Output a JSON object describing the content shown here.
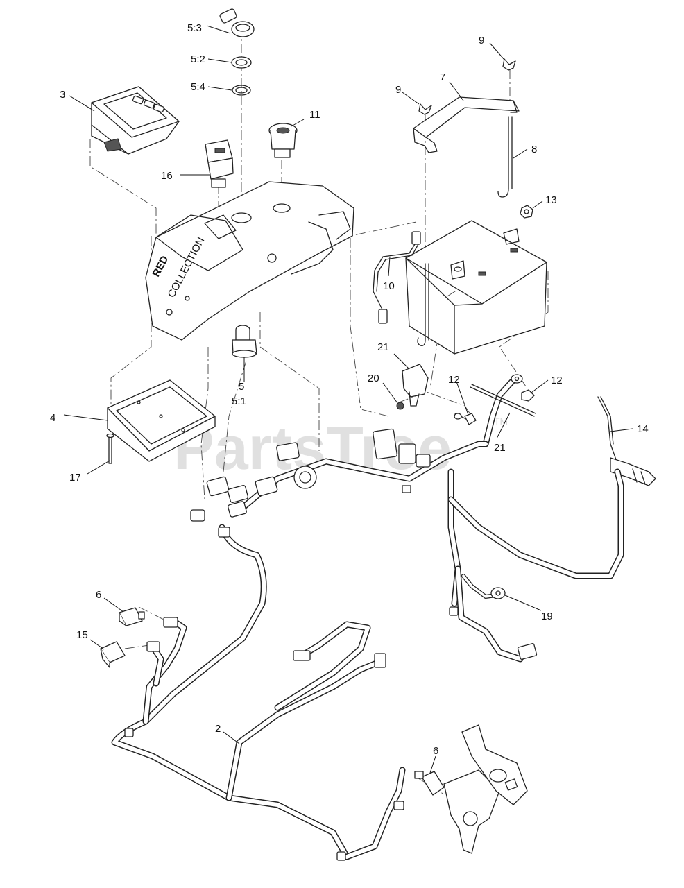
{
  "watermark": {
    "text": "PartsTree",
    "trademark": "TM"
  },
  "callouts": [
    {
      "id": "c-5-3",
      "label": "5:3"
    },
    {
      "id": "c-5-2",
      "label": "5:2"
    },
    {
      "id": "c-5-4",
      "label": "5:4"
    },
    {
      "id": "c-3",
      "label": "3"
    },
    {
      "id": "c-16",
      "label": "16"
    },
    {
      "id": "c-11",
      "label": "11"
    },
    {
      "id": "c-9a",
      "label": "9"
    },
    {
      "id": "c-9b",
      "label": "9"
    },
    {
      "id": "c-7",
      "label": "7"
    },
    {
      "id": "c-8",
      "label": "8"
    },
    {
      "id": "c-13",
      "label": "13"
    },
    {
      "id": "c-10",
      "label": "10"
    },
    {
      "id": "c-21a",
      "label": "21"
    },
    {
      "id": "c-20",
      "label": "20"
    },
    {
      "id": "c-12a",
      "label": "12"
    },
    {
      "id": "c-12b",
      "label": "12"
    },
    {
      "id": "c-5",
      "label": "5"
    },
    {
      "id": "c-5-1",
      "label": "5:1"
    },
    {
      "id": "c-4",
      "label": "4"
    },
    {
      "id": "c-17",
      "label": "17"
    },
    {
      "id": "c-14",
      "label": "14"
    },
    {
      "id": "c-21b",
      "label": "21"
    },
    {
      "id": "c-19",
      "label": "19"
    },
    {
      "id": "c-6a",
      "label": "6"
    },
    {
      "id": "c-15",
      "label": "15"
    },
    {
      "id": "c-2",
      "label": "2"
    },
    {
      "id": "c-6b",
      "label": "6"
    }
  ],
  "console_logo": {
    "line1": "RED",
    "line2": "COLLECTION"
  }
}
